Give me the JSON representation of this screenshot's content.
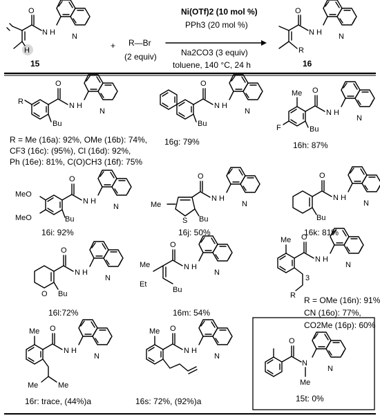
{
  "reaction": {
    "substrate_label": "15",
    "product_label": "16",
    "plus": "+",
    "reagent": "R—Br",
    "reagent_amount": "(2 equiv)",
    "conditions": [
      "Ni(OTf)2 (10 mol %)",
      "PPh3 (20 mol %)",
      "Na2CO3 (3 equiv)",
      "toluene, 140 °C, 24 h"
    ]
  },
  "atoms": {
    "O": "O",
    "N": "N",
    "NH": "N H",
    "H": "H",
    "R": "R",
    "Me": "Me",
    "MeO": "MeO",
    "Bu": "Bu",
    "S": "S",
    "F": "F",
    "Et": "Et",
    "three": "3"
  },
  "entries": [
    {
      "id": "16a-f",
      "caption": [
        "R = Me (16a): 92%, OMe (16b): 74%,",
        "CF3 (16c): (95%), Cl (16d): 92%,",
        "Ph (16e): 81%, C(O)CH3 (16f): 75%"
      ]
    },
    {
      "id": "16g",
      "caption": [
        "16g: 79%"
      ]
    },
    {
      "id": "16h",
      "caption": [
        "16h:  87%"
      ]
    },
    {
      "id": "16i",
      "caption": [
        "16i: 92%"
      ]
    },
    {
      "id": "16j",
      "caption": [
        "16j: 50%"
      ]
    },
    {
      "id": "16k",
      "caption": [
        "16k: 81%"
      ]
    },
    {
      "id": "16l",
      "caption": [
        "16l:72%"
      ]
    },
    {
      "id": "16m",
      "caption": [
        "16m:  54%"
      ]
    },
    {
      "id": "16n-p",
      "caption": [
        "R = OMe (16n): 91%,",
        "CN (16o): 77%,",
        "CO2Me (16p): 60%"
      ]
    },
    {
      "id": "16r",
      "caption": [
        "16r: trace, (44%)a"
      ]
    },
    {
      "id": "16s",
      "caption": [
        "16s: 72%, (92%)a"
      ]
    },
    {
      "id": "15t",
      "caption": [
        "15t: 0%"
      ]
    }
  ]
}
